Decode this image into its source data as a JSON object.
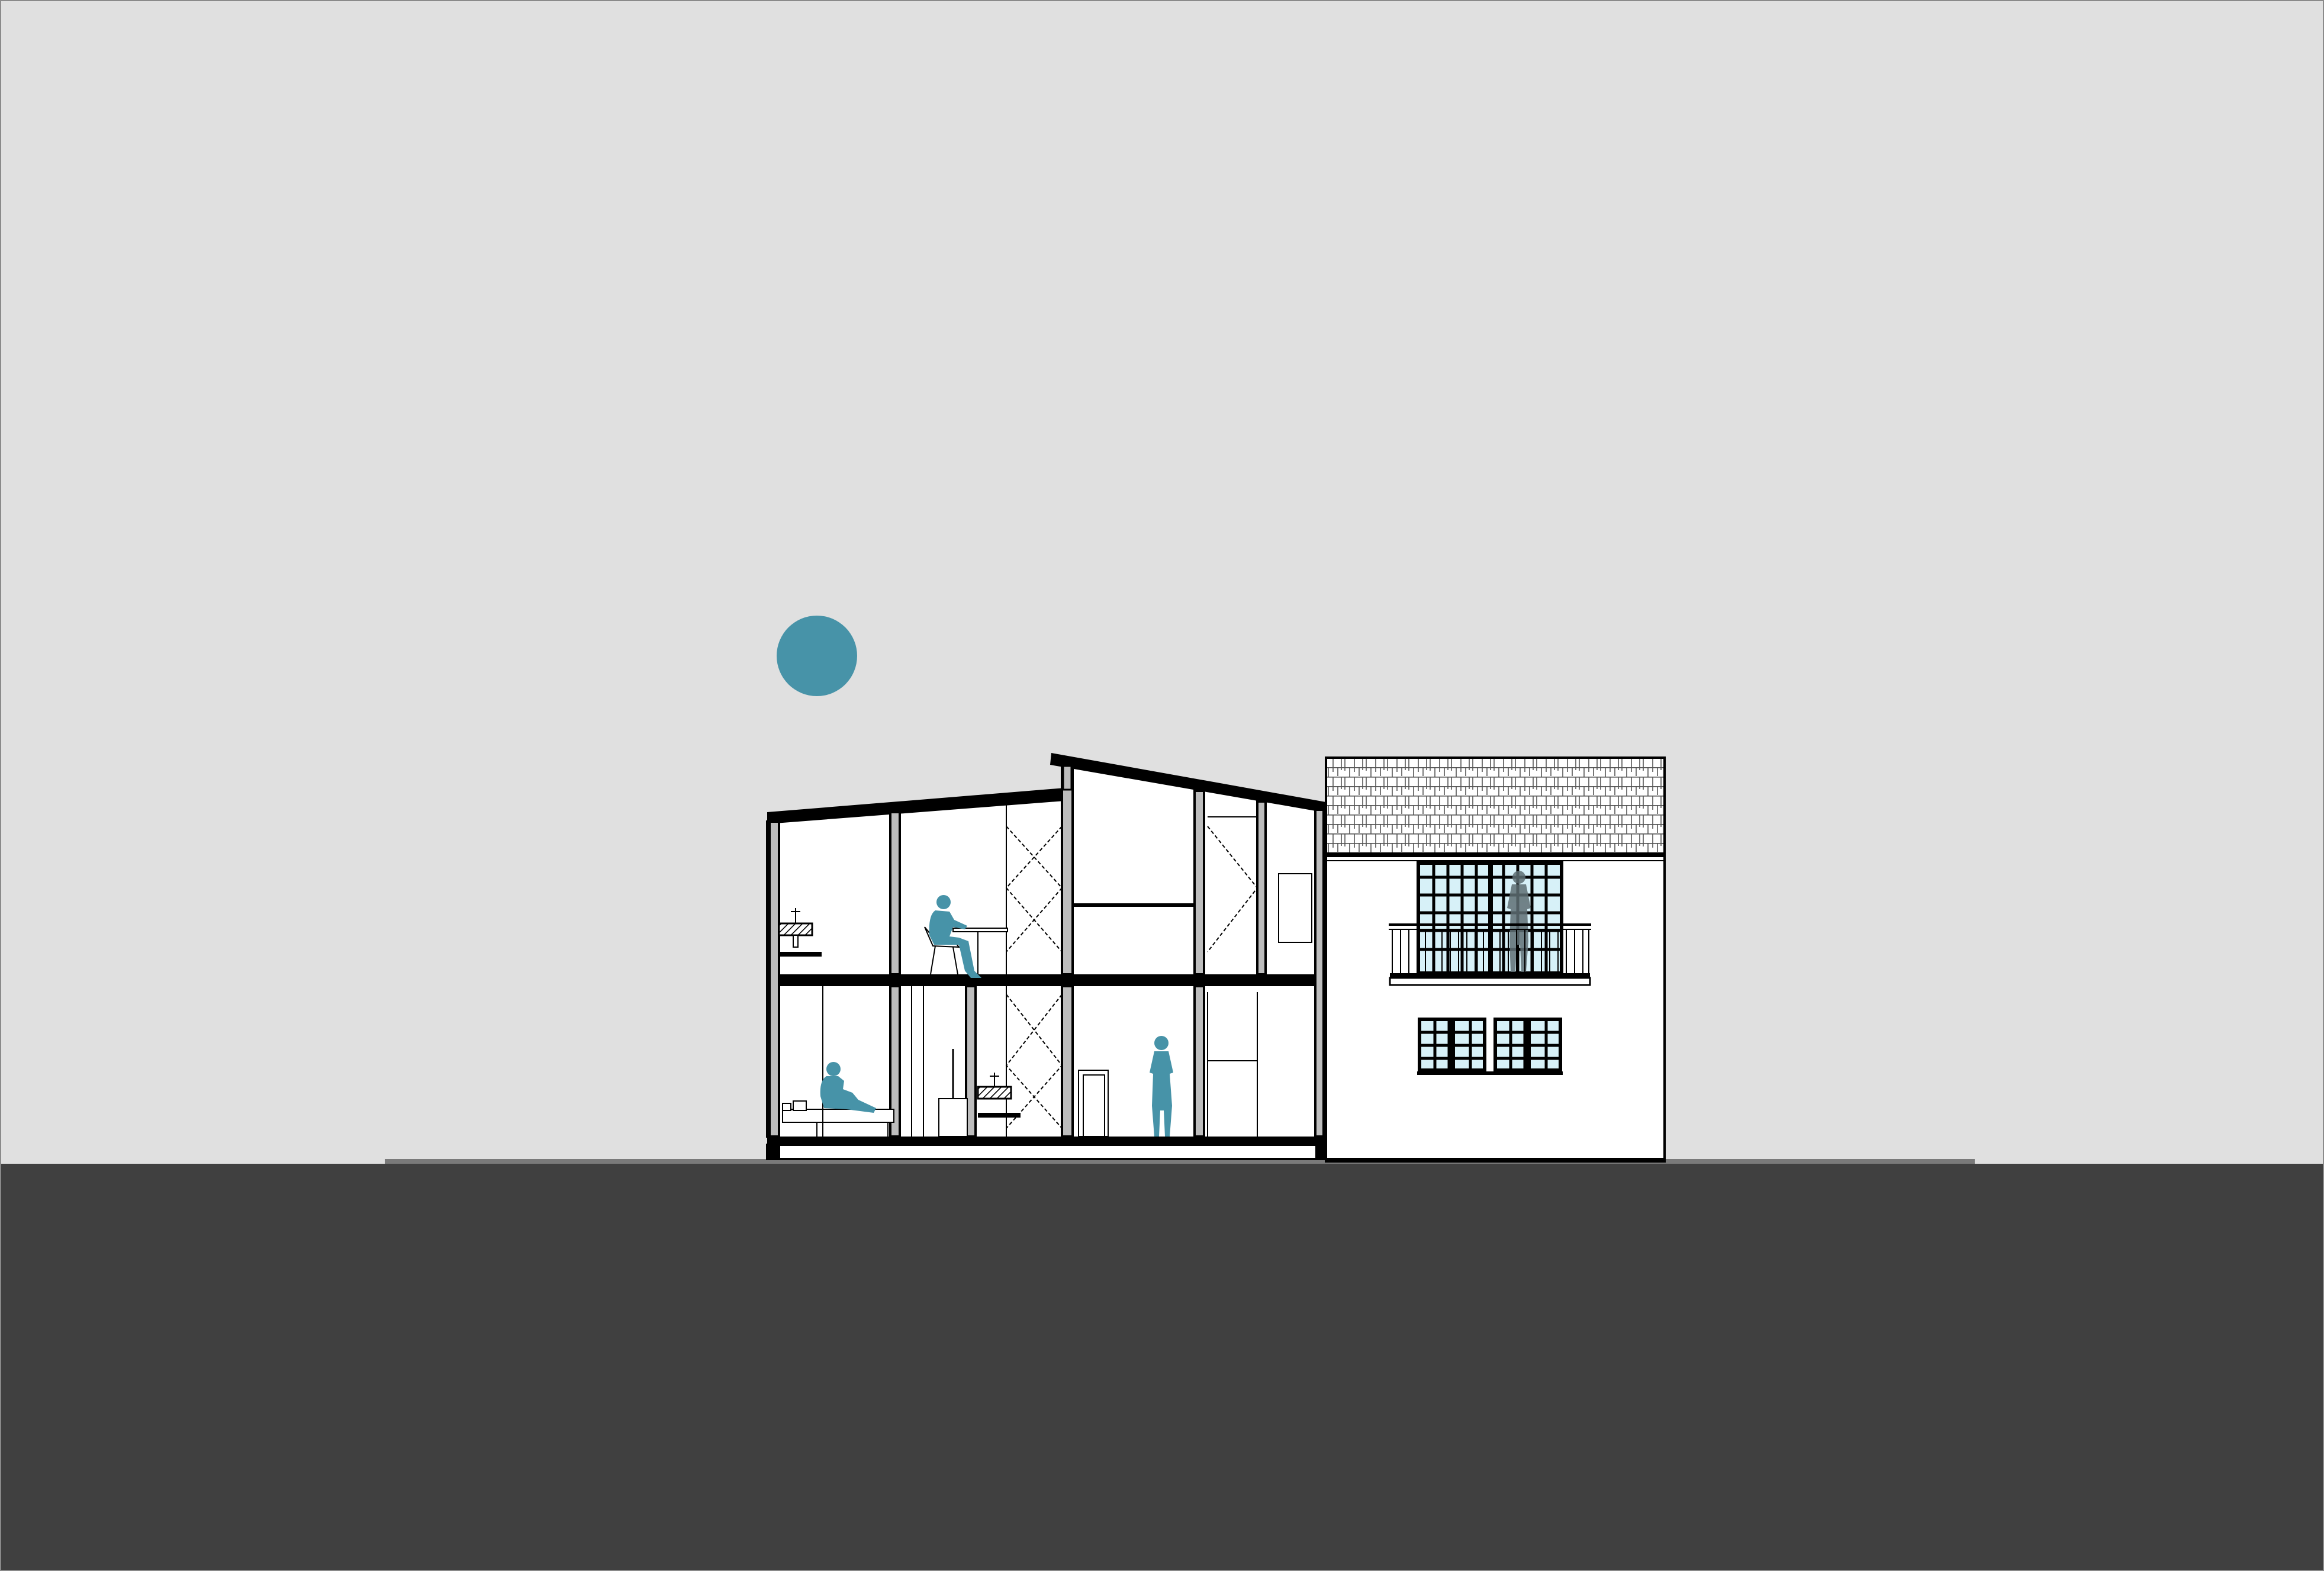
{
  "drawing": {
    "type": "architectural-section-elevation",
    "colors": {
      "sky": "#e0e0e0",
      "ground": "#404040",
      "ground_line": "#7a7a7a",
      "sun": "#4793a8",
      "figures": "#4793a8",
      "figure_dark": "#5f6f74",
      "structure": "#000000",
      "wall_fill": "#ffffff",
      "column_fill": "#bdbdbd",
      "glass": "#d7f1f8"
    },
    "elements": {
      "sun": {
        "icon": "sun-circle"
      },
      "section_house": {
        "levels": [
          "ground-floor",
          "upper-floor"
        ],
        "rooms": [
          "bathroom",
          "study",
          "void",
          "stair",
          "bedroom",
          "bathroom-lower",
          "hall",
          "closet"
        ]
      },
      "neighbor_house": {
        "features": [
          "tiled-roof",
          "balcony-railing",
          "gridded-window-upper",
          "gridded-windows-lower"
        ]
      },
      "figures": [
        "person-seated-chair",
        "person-reclining-bed",
        "person-standing",
        "person-on-balcony"
      ]
    }
  }
}
